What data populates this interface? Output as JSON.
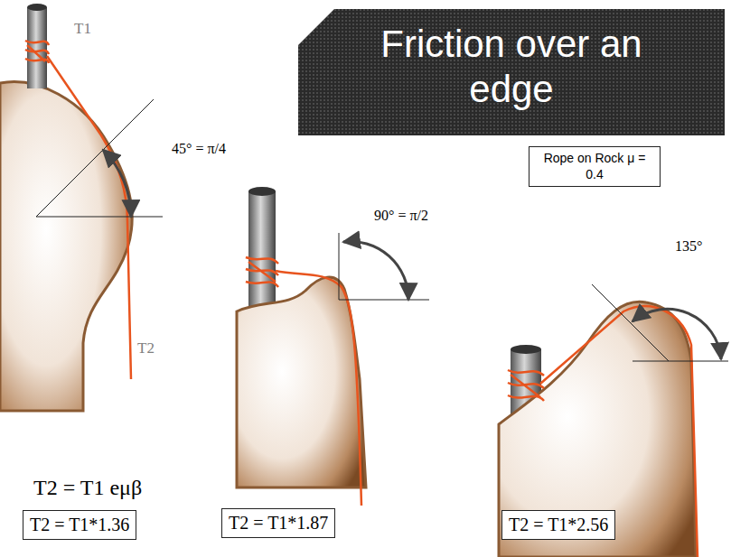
{
  "diagram": {
    "title": "Friction over an edge",
    "nodes": [
      {
        "text": [
          "Rope on Rock μ = 0.4"
        ]
      },
      {
        "text": [
          "T2 = T1*1.36"
        ]
      },
      {
        "text": [
          "T2 = T1*1.87"
        ]
      },
      {
        "text": [
          "T2 = T1*2.56"
        ]
      }
    ],
    "labels": [
      "T1",
      "45° = π/4",
      "90° = π/2",
      "135°",
      "T2",
      "T2 = T1 eμβ"
    ]
  }
}
